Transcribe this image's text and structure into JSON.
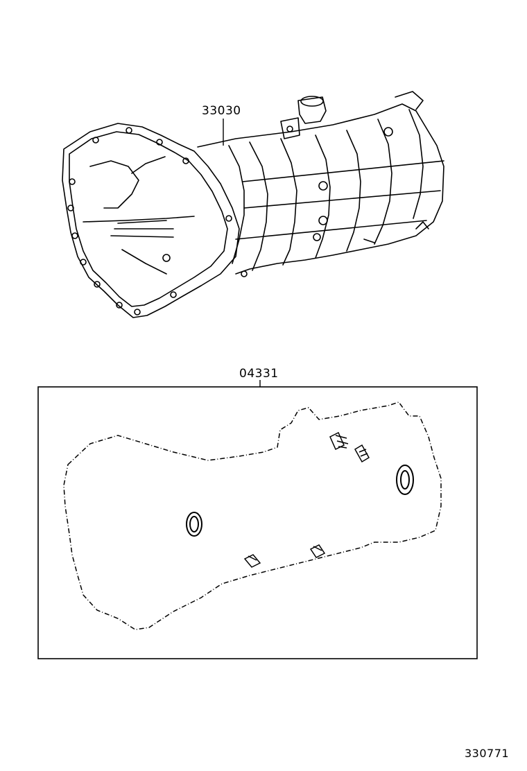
{
  "callouts": {
    "transmission_assy": "33030",
    "gasket_kit": "04331"
  },
  "figure_number": "330771"
}
